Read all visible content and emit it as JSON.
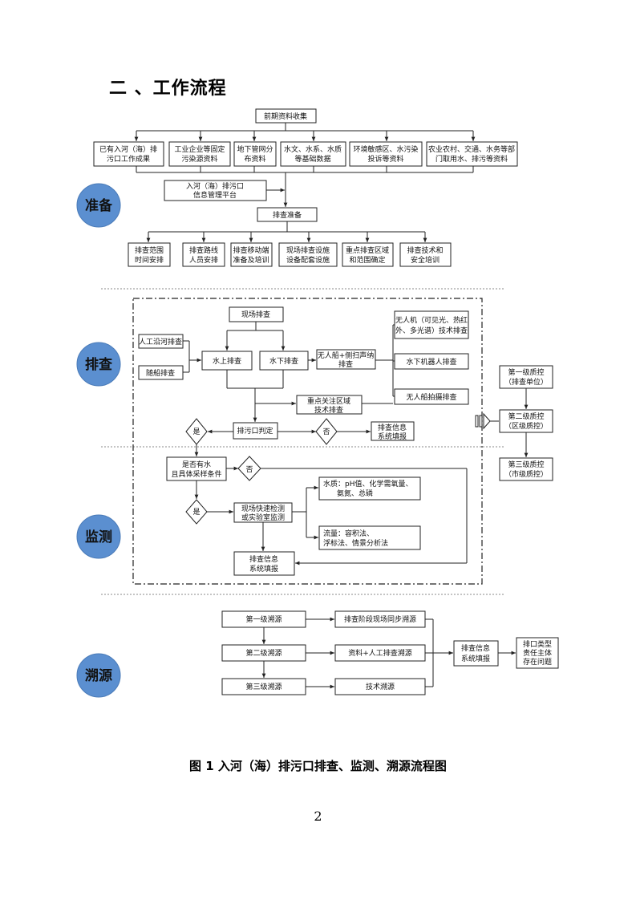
{
  "title": "二 、工作流程",
  "caption": "图 1   入河（海）排污口排查、监测、溯源流程图",
  "page_number": "2",
  "stages": [
    "准备",
    "排查",
    "监测",
    "溯源"
  ],
  "prep": {
    "collect": "前期资料收集",
    "sources": [
      [
        "已有入河（海）排",
        "污口工作成果"
      ],
      [
        "工业企业等固定",
        "污染源资料"
      ],
      [
        "地下管网分",
        "布资料"
      ],
      [
        "水文、水系、水质",
        "等基础数据"
      ],
      [
        "环境敏感区、水污染",
        "投诉等资料"
      ],
      [
        "农业农村、交通、水务等部",
        "门取用水、排污等资料"
      ]
    ],
    "platform": [
      "入河（海）排污口",
      "信息管理平台"
    ],
    "prepare": "排查准备",
    "tasks": [
      [
        "排查范围",
        "时间安排"
      ],
      [
        "排查路线",
        "人员安排"
      ],
      [
        "排查移动端",
        "准备及培训"
      ],
      [
        "现场排查设施",
        "设备配套设施"
      ],
      [
        "重点排查区域",
        "和范围确定"
      ],
      [
        "排查技术和",
        "安全培训"
      ]
    ]
  },
  "survey": {
    "onsite": "现场排查",
    "manual_river": "人工沿河排查",
    "boat": "随船排查",
    "above": "水上排查",
    "below": "水下排查",
    "sonar": [
      "无人船+侧扫声纳",
      "排查"
    ],
    "drone": [
      "无人机（可见光、热红",
      "外、多光谱）技术排查"
    ],
    "robot": "水下机器人排查",
    "unmanned_boat": "无人船拍摄排查",
    "focus": [
      "重点关注区域",
      "技术排查"
    ],
    "judge": "排污口判定",
    "yes": "是",
    "no": "否",
    "report": [
      "排查信息",
      "系统填报"
    ]
  },
  "qc": {
    "level1": [
      "第一级质控",
      "（排查单位）"
    ],
    "level2": [
      "第二级质控",
      "（区级质控）"
    ],
    "level3": [
      "第三级质控",
      "（市级质控）"
    ]
  },
  "monitor": {
    "condition": [
      "是否有水",
      "且具体采样条件"
    ],
    "no": "否",
    "yes": "是",
    "test": [
      "现场快速检测",
      "或实验室监测"
    ],
    "quality": [
      "水质：pH值、化学需氧量、",
      "氨氮、总磷"
    ],
    "flow": [
      "流量：容积法、",
      "浮标法、情景分析法"
    ],
    "report": [
      "排查信息",
      "系统填报"
    ]
  },
  "trace": {
    "levels": [
      "第一级溯源",
      "第二级溯源",
      "第三级溯源"
    ],
    "methods": [
      "排查阶段现场同步溯源",
      "资料+人工排查溯源",
      "技术溯源"
    ],
    "report": [
      "排查信息",
      "系统填报"
    ],
    "result": [
      "排口类型",
      "责任主体",
      "存在问题"
    ]
  }
}
